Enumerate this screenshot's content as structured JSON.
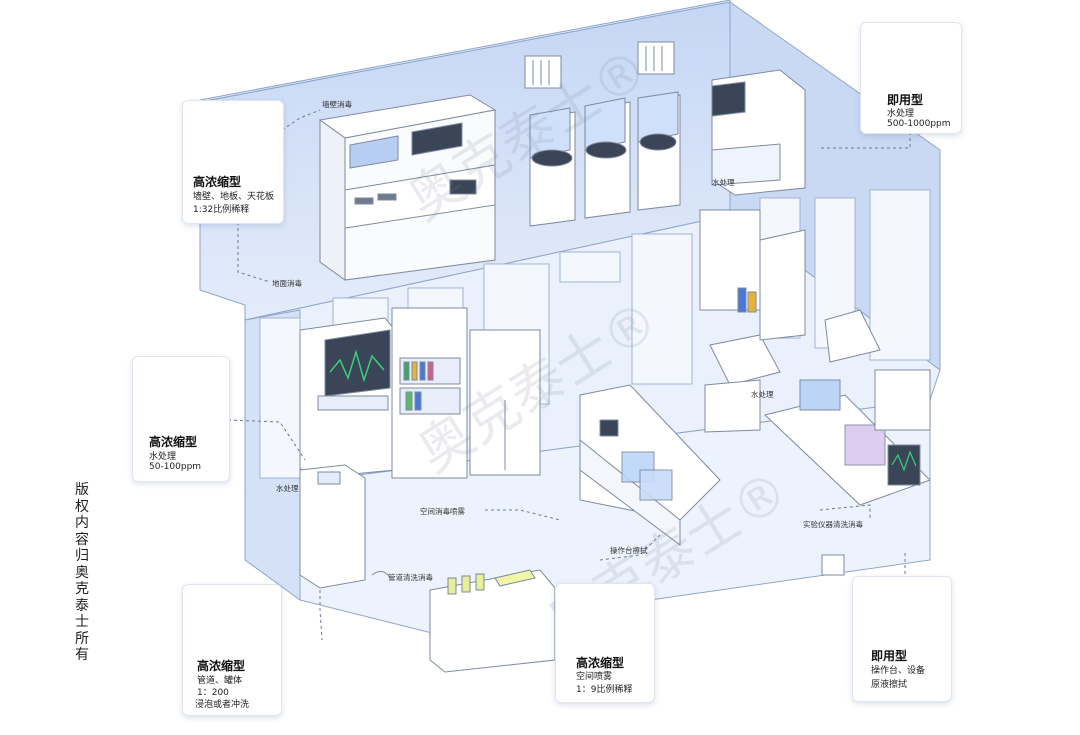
{
  "copyright_vertical": [
    "版",
    "权",
    "内",
    "容",
    "归",
    "奥",
    "克",
    "泰",
    "士",
    "所",
    "有"
  ],
  "watermark": "奥克泰士®",
  "callouts": {
    "wall_disinfection": "墙壁消毒",
    "floor_disinfection": "地面消毒",
    "water_treatment_top": "水处理",
    "water_treatment_right": "水处理",
    "water_treatment_left": "水处理",
    "space_spray": "空间消毒喷雾",
    "pipe_cleaning": "管道清洗消毒",
    "bench_wipe": "操作台擦拭",
    "instrument_cleaning": "实验仪器清洗消毒"
  },
  "cards": {
    "top_left": {
      "title": "高浓缩型",
      "lines": [
        "墙壁、地板、天花板",
        "1:32比例稀释"
      ]
    },
    "top_right": {
      "title": "即用型",
      "lines": [
        "水处理",
        "500-1000ppm"
      ]
    },
    "mid_left": {
      "title": "高浓缩型",
      "lines": [
        "水处理",
        "50-100ppm"
      ]
    },
    "bottom_left": {
      "title": "高浓缩型",
      "lines": [
        "管道、罐体",
        "1：200",
        "浸泡或者冲洗"
      ]
    },
    "bottom_center": {
      "title": "高浓缩型",
      "lines": [
        "空间喷雾",
        "1：9比例稀释"
      ]
    },
    "bottom_right": {
      "title": "即用型",
      "lines": [
        "操作台、设备",
        "原液擦拭"
      ]
    }
  },
  "colors": {
    "wall_blue": "#cfdcf5",
    "floor_blue": "#e6eefb",
    "canister_blue": "#1f5fd0",
    "line": "#6b7a90"
  }
}
